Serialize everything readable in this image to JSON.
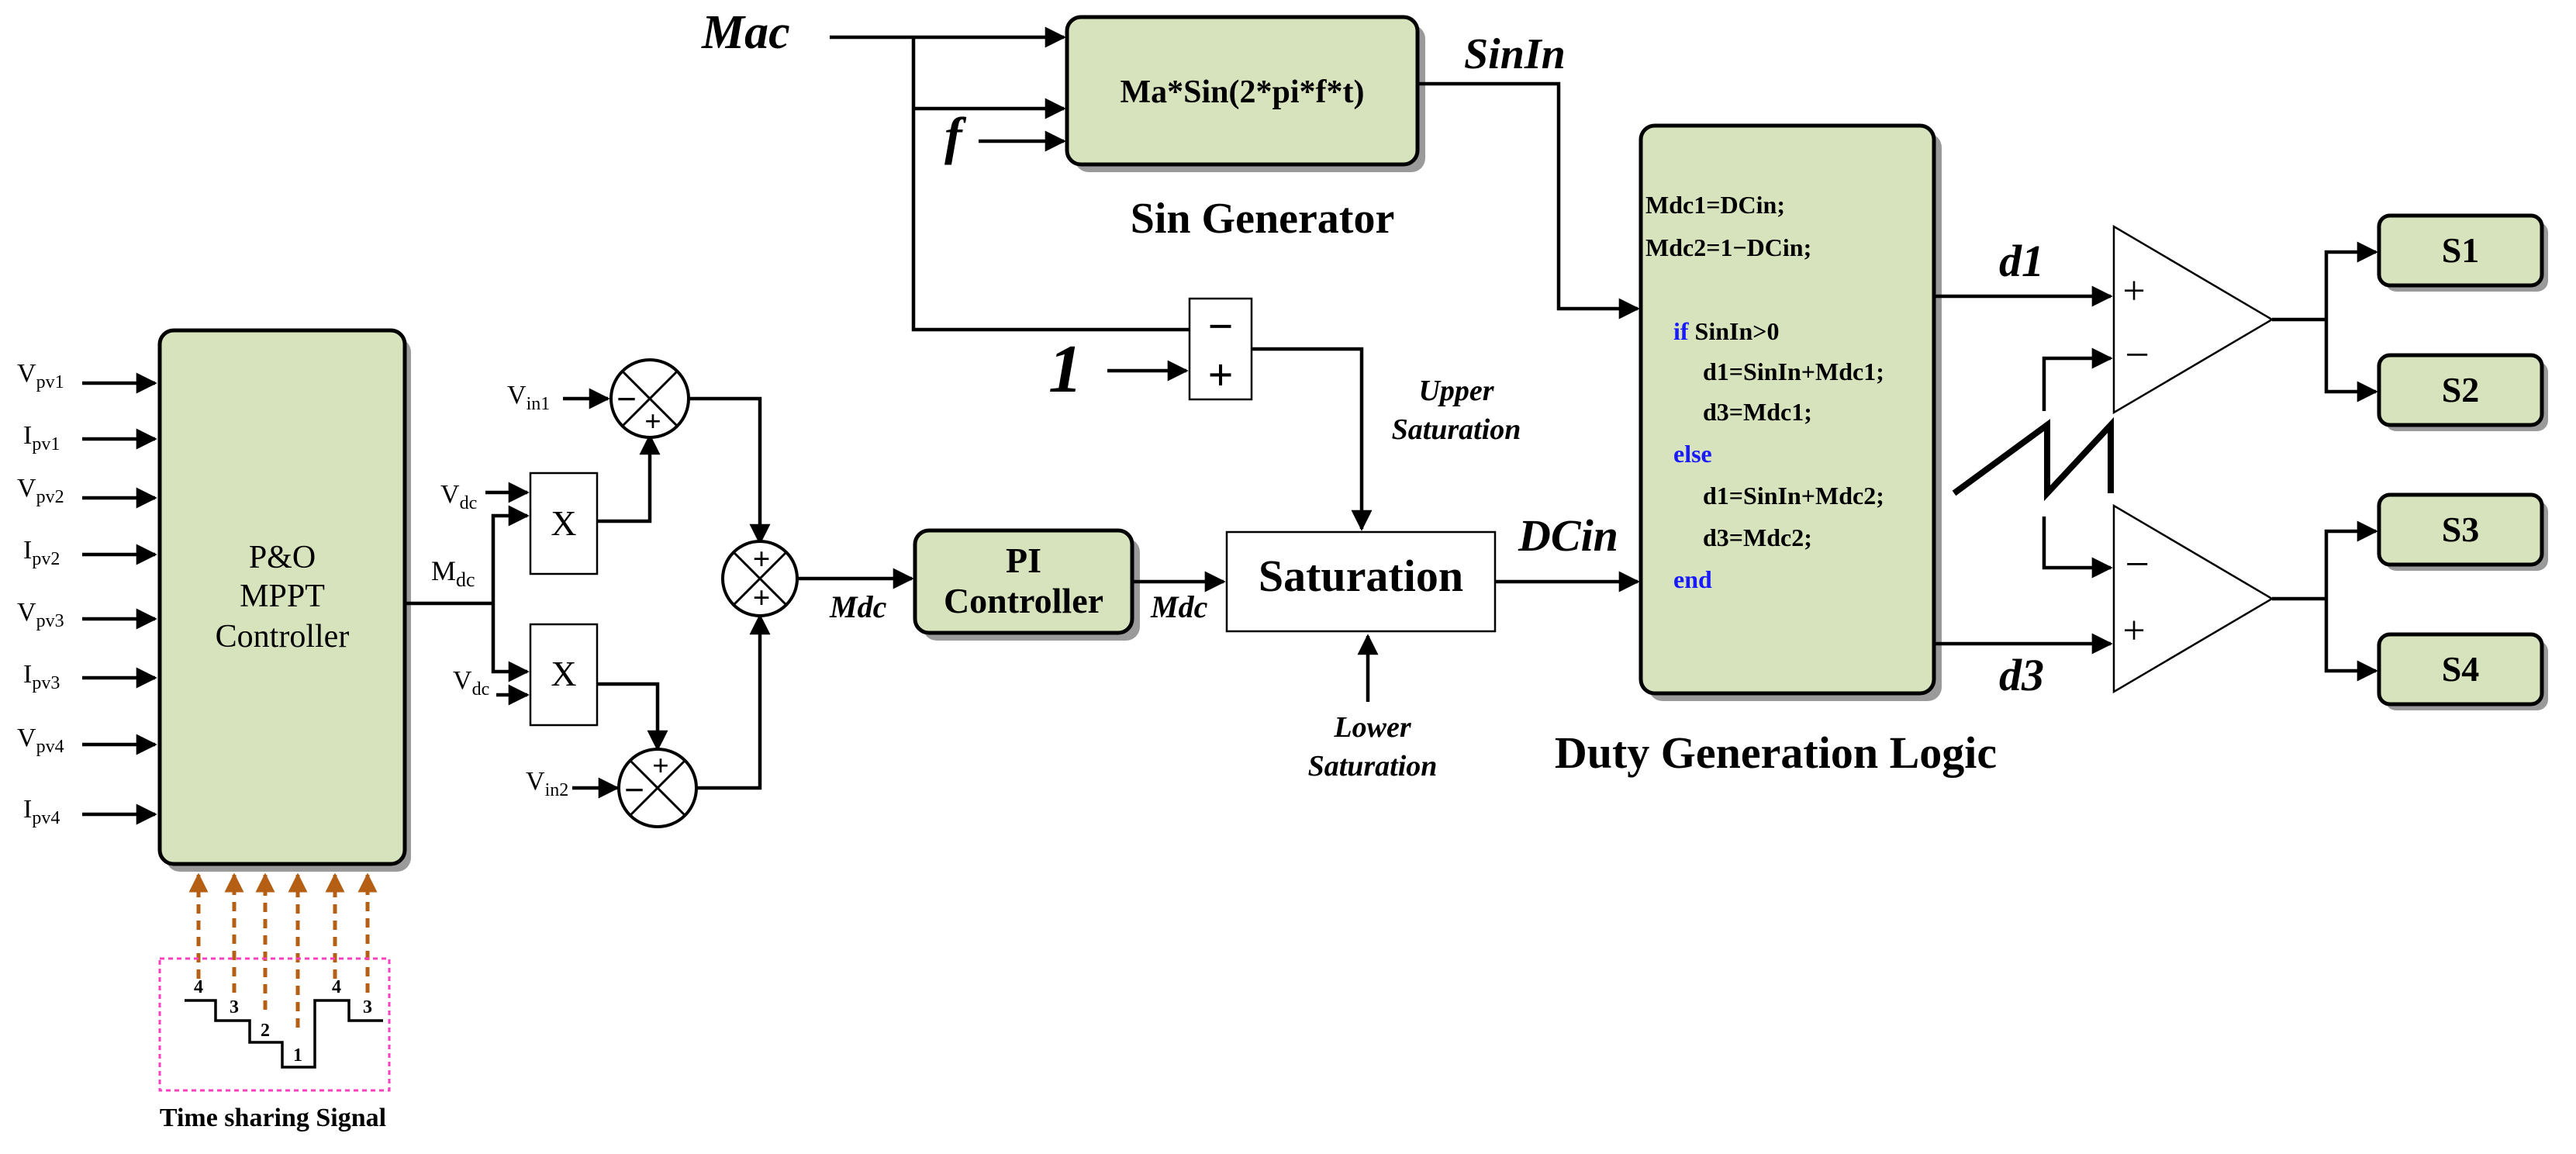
{
  "inputs": {
    "mac": "Mac",
    "f": "f",
    "one": "1"
  },
  "sin_generator": {
    "expr": "Ma*Sin(2*pi*f*t)",
    "title": "Sin Generator",
    "output": "SinIn"
  },
  "mppt": {
    "lines": [
      "P&O",
      "MPPT",
      "Controller"
    ],
    "inputs": [
      {
        "main": "V",
        "sub": "pv1"
      },
      {
        "main": "I",
        "sub": "pv1"
      },
      {
        "main": "V",
        "sub": "pv2"
      },
      {
        "main": "I",
        "sub": "pv2"
      },
      {
        "main": "V",
        "sub": "pv3"
      },
      {
        "main": "I",
        "sub": "pv3"
      },
      {
        "main": "V",
        "sub": "pv4"
      },
      {
        "main": "I",
        "sub": "pv4"
      }
    ],
    "output": {
      "main": "M",
      "sub": "dc"
    }
  },
  "multipliers": {
    "symbol": "X",
    "vdc": {
      "main": "V",
      "sub": "dc"
    },
    "vin1": {
      "main": "V",
      "sub": "in1"
    },
    "vin2": {
      "main": "V",
      "sub": "in2"
    }
  },
  "signs": {
    "minus": "−",
    "plus": "+"
  },
  "pi_controller": {
    "line1": "PI",
    "line2": "Controller"
  },
  "mdc_label": "Mdc",
  "saturation": {
    "label": "Saturation",
    "upper": [
      "Upper",
      "Saturation"
    ],
    "lower": [
      "Lower",
      "Saturation"
    ],
    "output": "DCin"
  },
  "duty_logic": {
    "title": "Duty Generation Logic",
    "code": [
      {
        "kw": "",
        "text": "Mdc1=DCin;"
      },
      {
        "kw": "",
        "text": "Mdc2=1−DCin;"
      },
      {
        "kw": "",
        "text": ""
      },
      {
        "kw": "if",
        "text": " SinIn>0"
      },
      {
        "kw": "",
        "text": "d1=SinIn+Mdc1;"
      },
      {
        "kw": "",
        "text": "d3=Mdc1;"
      },
      {
        "kw": "else",
        "text": ""
      },
      {
        "kw": "",
        "text": "d1=SinIn+Mdc2;"
      },
      {
        "kw": "",
        "text": "d3=Mdc2;"
      },
      {
        "kw": "end",
        "text": ""
      }
    ],
    "d1": "d1",
    "d3": "d3"
  },
  "switches": [
    "S1",
    "S2",
    "S3",
    "S4"
  ],
  "time_sharing": {
    "title": "Time sharing Signal",
    "steps": [
      "4",
      "3",
      "2",
      "1",
      "4",
      "3"
    ]
  },
  "colors": {
    "block_fill": "#d6e3bc",
    "arrow_dashed": "#b45f13",
    "dashed_box": "#ff3fbf",
    "keyword": "#1a1aff"
  }
}
